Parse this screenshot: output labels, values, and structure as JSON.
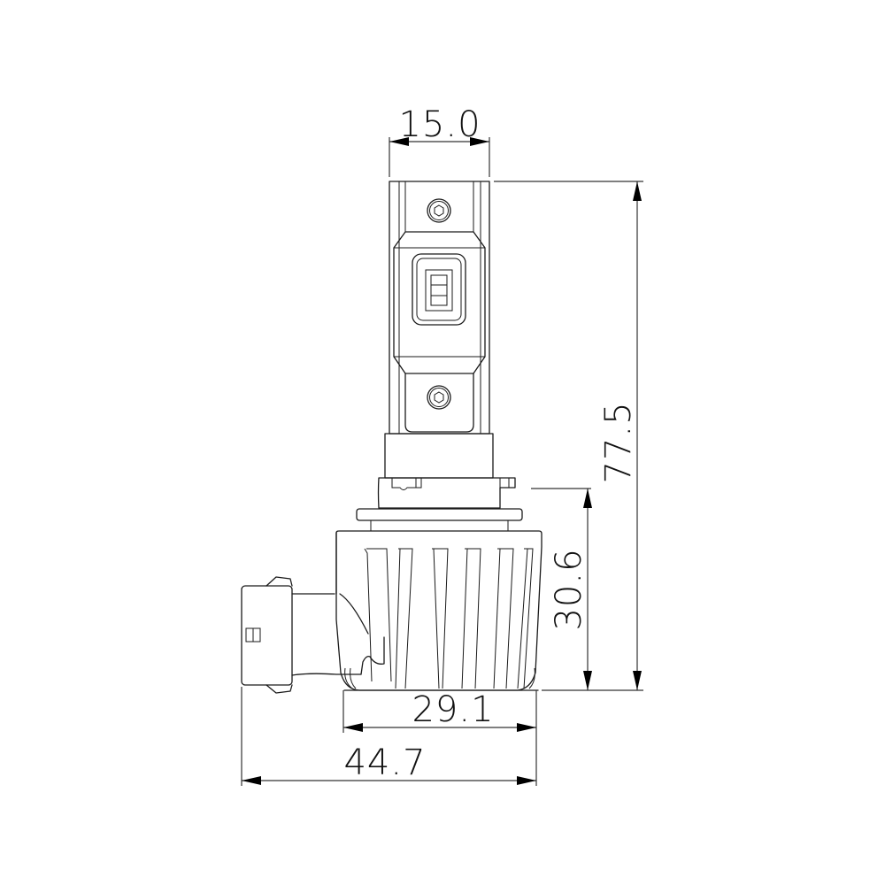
{
  "drawing": {
    "subject": "LED headlight bulb side view",
    "line_color": "#1a1a1a",
    "background": "#ffffff",
    "units": "mm"
  },
  "dimensions": {
    "top_width": {
      "label": "15.0",
      "orientation": "horizontal"
    },
    "total_height": {
      "label": "77.5",
      "orientation": "vertical"
    },
    "base_height": {
      "label": "30.6",
      "orientation": "vertical"
    },
    "base_width": {
      "label": "29.1",
      "orientation": "horizontal"
    },
    "overall_width": {
      "label": "44.7",
      "orientation": "horizontal"
    }
  },
  "parts": [
    {
      "name": "led-emitter-column",
      "led_chip_segments": 3
    },
    {
      "name": "upper-screw",
      "glyph": "hex-socket"
    },
    {
      "name": "lower-screw",
      "glyph": "hex-socket"
    },
    {
      "name": "bulb-base-collar"
    },
    {
      "name": "heatsink",
      "fin_count": 6
    },
    {
      "name": "connector-plug"
    }
  ]
}
